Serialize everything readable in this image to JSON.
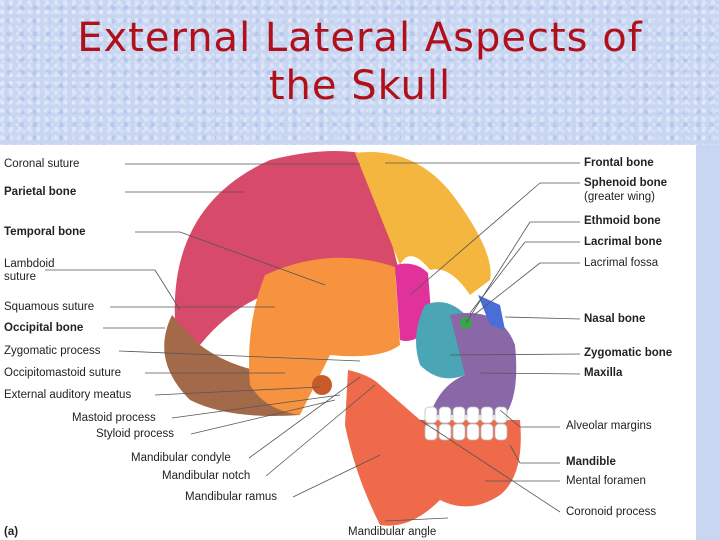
{
  "title": {
    "line1": "External Lateral Aspects of",
    "line2": "the Skull"
  },
  "figure_label": "(a)",
  "labels_left": [
    {
      "text": "Coronal suture",
      "bold": false
    },
    {
      "text": "Parietal bone",
      "bold": true
    },
    {
      "text": "Temporal bone",
      "bold": true
    },
    {
      "text": "Lambdoid",
      "bold": false
    },
    {
      "text": "suture",
      "bold": false
    },
    {
      "text": "Squamous suture",
      "bold": false
    },
    {
      "text": "Occipital bone",
      "bold": true
    },
    {
      "text": "Zygomatic process",
      "bold": false
    },
    {
      "text": "Occipitomastoid suture",
      "bold": false
    },
    {
      "text": "External auditory meatus",
      "bold": false
    }
  ],
  "labels_bottom": [
    {
      "text": "Mastoid process",
      "bold": false
    },
    {
      "text": "Styloid process",
      "bold": false
    },
    {
      "text": "Mandibular condyle",
      "bold": false
    },
    {
      "text": "Mandibular notch",
      "bold": false
    },
    {
      "text": "Mandibular ramus",
      "bold": false
    },
    {
      "text": "Mandibular angle",
      "bold": false
    }
  ],
  "labels_right": [
    {
      "text": "Frontal bone",
      "bold": true
    },
    {
      "text": "Sphenoid bone",
      "bold": true
    },
    {
      "text": "(greater wing)",
      "bold": false
    },
    {
      "text": "Ethmoid bone",
      "bold": true
    },
    {
      "text": "Lacrimal bone",
      "bold": true
    },
    {
      "text": "Lacrimal fossa",
      "bold": false
    },
    {
      "text": "Nasal bone",
      "bold": true
    },
    {
      "text": "Zygomatic bone",
      "bold": true
    },
    {
      "text": "Maxilla",
      "bold": true
    },
    {
      "text": "Alveolar margins",
      "bold": false
    },
    {
      "text": "Mandible",
      "bold": true
    },
    {
      "text": "Mental foramen",
      "bold": false
    },
    {
      "text": "Coronoid process",
      "bold": false
    }
  ],
  "colors": {
    "title": "#b0101a",
    "parietal": "#d84a6a",
    "frontal": "#f5b640",
    "temporal": "#f7923f",
    "occipital": "#a36a4a",
    "sphenoid": "#e0329a",
    "zygomatic": "#4aa6b4",
    "maxilla": "#8a68a8",
    "mandible": "#ee6a4a",
    "nasal": "#4a6ed6",
    "ethmoid": "#3aa64a"
  }
}
